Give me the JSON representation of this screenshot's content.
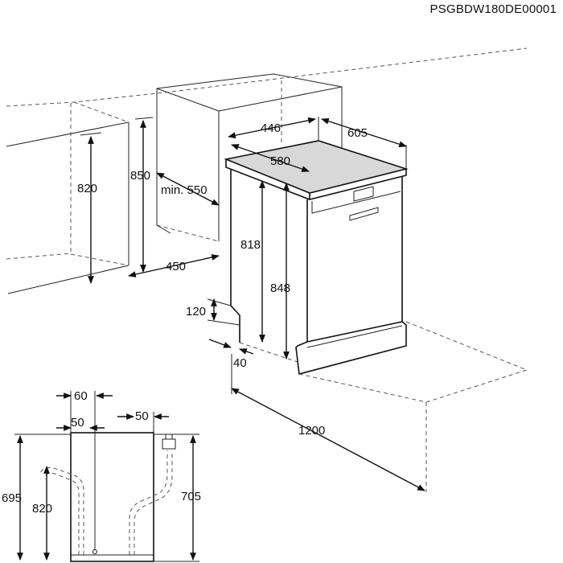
{
  "document_code": "PSGBDW180DE00001",
  "dimensions": {
    "cabinet_height": "820",
    "niche_height": "850",
    "min_depth": "min. 550",
    "niche_width": "450",
    "top_width": "446",
    "top_depth": "605",
    "top_depth_inner": "580",
    "body_height": "818",
    "total_height": "848",
    "plinth_height": "120",
    "plinth_depth": "40",
    "door_open_depth": "1200"
  },
  "hose_dimensions": {
    "offset_60": "60",
    "offset_50_left": "50",
    "offset_50_right": "50",
    "height_695": "695",
    "height_820": "820",
    "height_705": "705"
  },
  "colors": {
    "line": "#111111",
    "dashed": "#555555",
    "top_surface": "#d8d8d8"
  }
}
